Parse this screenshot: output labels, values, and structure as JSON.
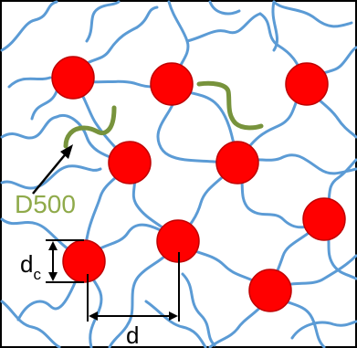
{
  "diagram": {
    "labels": {
      "d500": "D500",
      "dc_main": "d",
      "dc_sub": "c",
      "d": "d"
    },
    "colors": {
      "polymer_chain": "#5b9bd5",
      "crosslinker": "#ff0000",
      "crosslinker_outline": "#c00000",
      "d500_chain": "#77933c",
      "d500_text": "#8faa4a",
      "frame": "#000000",
      "arrow": "#000000"
    },
    "elements": {
      "crosslinker_count": 9
    }
  }
}
